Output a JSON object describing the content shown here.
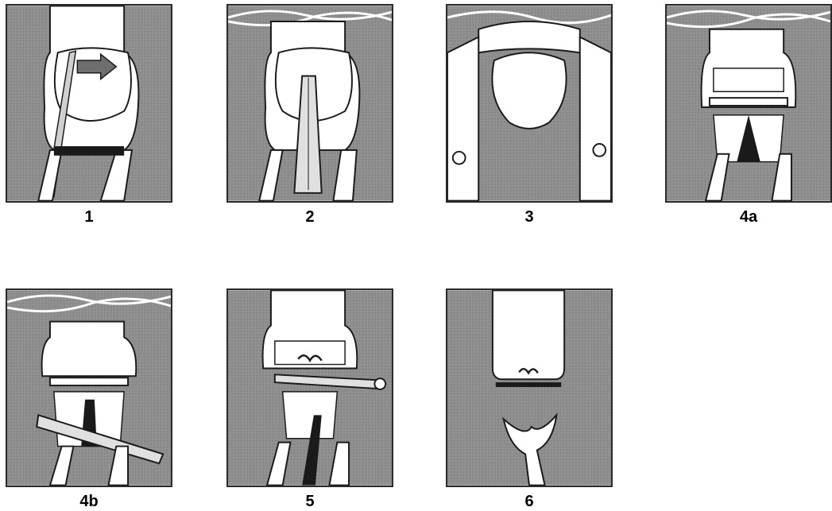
{
  "figure": {
    "steps": [
      {
        "id": "step-1",
        "label": "1"
      },
      {
        "id": "step-2",
        "label": "2"
      },
      {
        "id": "step-3",
        "label": "3"
      },
      {
        "id": "step-4a",
        "label": "4a"
      },
      {
        "id": "step-4b",
        "label": "4b"
      },
      {
        "id": "step-5",
        "label": "5"
      },
      {
        "id": "step-6",
        "label": "6"
      }
    ]
  },
  "colors": {
    "background": "#ffffff",
    "panel_fill": "#8e8e8e",
    "panel_border": "#2a2a2a",
    "tissue": "#ffffff",
    "line": "#1a1a1a",
    "label": "#000000"
  }
}
